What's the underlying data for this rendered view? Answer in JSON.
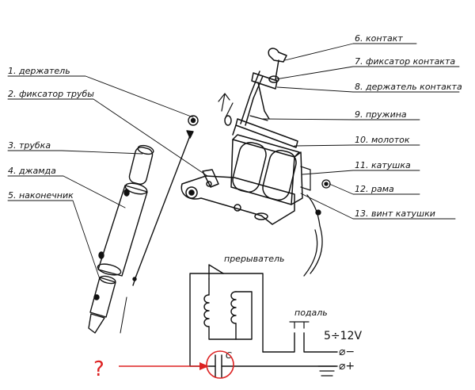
{
  "labels": {
    "l1": "1. держатель",
    "l2": "2. фиксатор трубы",
    "l3": "3. трубка",
    "l4": "4. джамда",
    "l5": "5. наконечник",
    "l6": "6. контакт",
    "l7": "7. фиксатор контакта",
    "l8": "8. держатель контакта",
    "l9": "9. пружина",
    "l10": "10. молоток",
    "l11": "11. катушка",
    "l12": "12. рама",
    "l13": "13. винт катушки"
  },
  "circuit": {
    "interrupter": "прерыватель",
    "pedal": "подаль",
    "voltage": "5÷12V",
    "minus": "⌀−",
    "plus": "⌀+",
    "capacitor": "C"
  },
  "annotation": {
    "question": "?",
    "accent": "#dd2222"
  }
}
